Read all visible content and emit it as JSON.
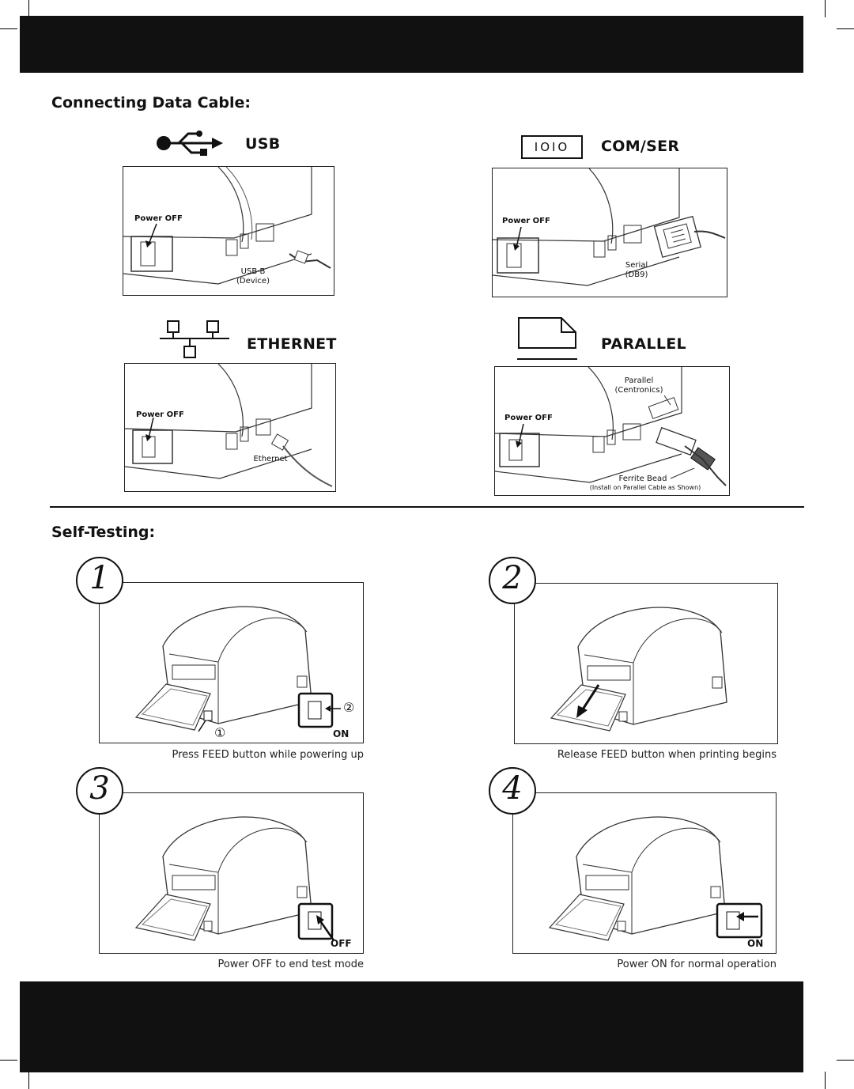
{
  "sections": {
    "connecting_title": "Connecting Data Cable:",
    "self_testing_title": "Self-Testing:"
  },
  "interfaces": {
    "usb": {
      "name": "USB",
      "icon": "usb-icon",
      "power_label": "Power OFF",
      "port_label": "USB-B\n(Device)"
    },
    "com": {
      "name": "COM/SER",
      "icon": "serial-ioio-icon",
      "icon_text": "IOIO",
      "power_label": "Power OFF",
      "port_label": "Serial\n(DB9)"
    },
    "ethernet": {
      "name": "ETHERNET",
      "icon": "network-icon",
      "power_label": "Power OFF",
      "port_label": "Ethernet"
    },
    "parallel": {
      "name": "PARALLEL",
      "icon": "parallel-doc-icon",
      "power_label": "Power OFF",
      "port_label": "Parallel\n(Centronics)",
      "ferrite_label": "Ferrite Bead",
      "ferrite_note": "(Install on Parallel Cable as Shown)"
    }
  },
  "steps": [
    {
      "number": "1",
      "caption": "Press FEED button while powering up",
      "switch_state": "ON",
      "markers": [
        "①",
        "②"
      ]
    },
    {
      "number": "2",
      "caption": "Release FEED button when printing begins"
    },
    {
      "number": "3",
      "caption": "Power OFF to end test mode",
      "switch_state": "OFF"
    },
    {
      "number": "4",
      "caption": "Power ON for normal operation",
      "switch_state": "ON"
    }
  ]
}
